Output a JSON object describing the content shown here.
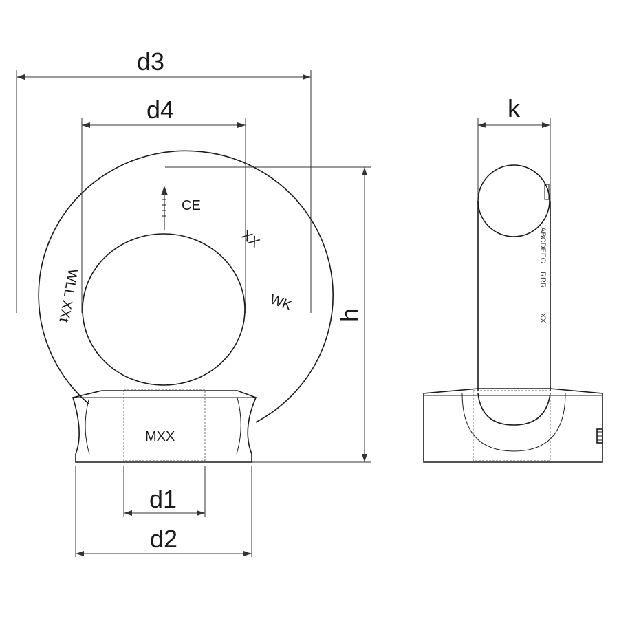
{
  "dimensions": {
    "d3": "d3",
    "d4": "d4",
    "h": "h",
    "d1": "d1",
    "d2": "d2",
    "k": "k"
  },
  "markings": {
    "ce": "CE",
    "xx": "XX",
    "wk": "WK",
    "wll": "WLL XXt",
    "thread": "MXX"
  },
  "side_markings": [
    "ABCDEFG",
    "RRR",
    "XX"
  ]
}
